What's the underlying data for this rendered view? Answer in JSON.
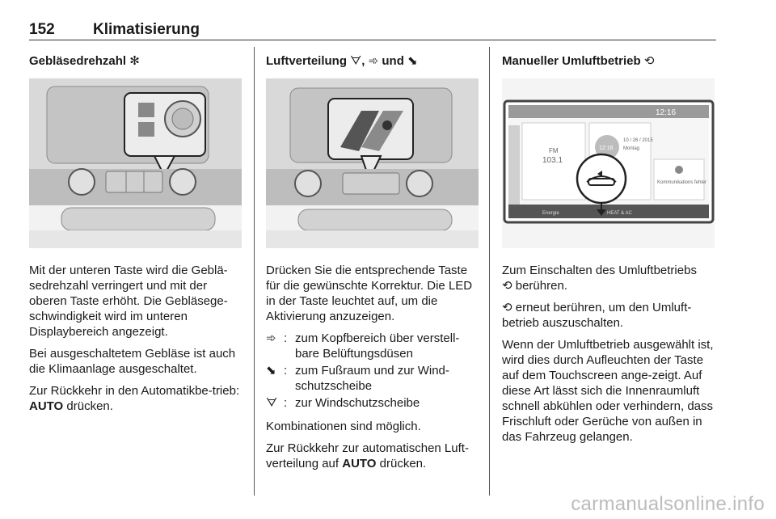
{
  "header": {
    "page_number": "152",
    "chapter": "Klimatisierung"
  },
  "col1": {
    "heading": "Gebläsedrehzahl",
    "heading_symbol": "✻",
    "paragraphs": [
      "Mit der unteren Taste wird die Geblä-sedrehzahl verringert und mit der oberen Taste erhöht. Die Gebläsege-schwindigkeit wird im unteren Displaybereich angezeigt.",
      "Bei ausgeschaltetem Gebläse ist auch die Klimaanlage ausgeschaltet."
    ],
    "return_prefix": "Zur Rückkehr in den Automatikbe-trieb: ",
    "return_bold": "AUTO",
    "return_suffix": " drücken."
  },
  "col2": {
    "heading_prefix": "Luftverteilung ",
    "heading_sym1": "ᗊ",
    "heading_sep": ", ",
    "heading_sym2": "➾",
    "heading_mid": " und ",
    "heading_sym3": "⬊",
    "intro": "Drücken Sie die entsprechende Taste für die gewünschte Korrektur. Die LED in der Taste leuchtet auf, um die Aktivierung anzuzeigen.",
    "items": [
      {
        "symbol": "➾",
        "text": "zum Kopfbereich über verstell-bare Belüftungsdüsen"
      },
      {
        "symbol": "⬊",
        "text": "zum Fußraum und zur Wind-schutzscheibe"
      },
      {
        "symbol": "ᗊ",
        "text": "zur Windschutzscheibe"
      }
    ],
    "combo": "Kombinationen sind möglich.",
    "return_prefix": "Zur Rückkehr zur automatischen Luft-verteilung auf ",
    "return_bold": "AUTO",
    "return_suffix": " drücken."
  },
  "col3": {
    "heading": "Manueller Umluftbetrieb",
    "heading_symbol": "⟲",
    "screen": {
      "time": "12:16",
      "radio_band": "FM",
      "radio_freq": "103.1",
      "date": "10 / 26 / 2015",
      "weekday": "Montag",
      "clock": "12:16",
      "status_label": "Kommunikations fehler",
      "energy": "Energie",
      "heat_ac": "HEAT & AC"
    },
    "p1_line1": "Zum Einschalten des Umluftbetriebs",
    "p1_line2": " berühren.",
    "p2": " erneut berühren, um den Umluft-betrieb auszuschalten.",
    "p3": "Wenn der Umluftbetrieb ausgewählt ist, wird dies durch Aufleuchten der Taste auf dem Touchscreen ange-zeigt. Auf diese Art lässt sich die Innenraumluft schnell abkühlen oder verhindern, dass Frischluft oder Gerüche von außen in das Fahrzeug gelangen.",
    "symbol": "⟲"
  },
  "footer": {
    "watermark": "carmanualsonline.info"
  },
  "colors": {
    "text": "#1a1a1a",
    "rule": "#333333",
    "watermark": "#bcbcbc"
  }
}
